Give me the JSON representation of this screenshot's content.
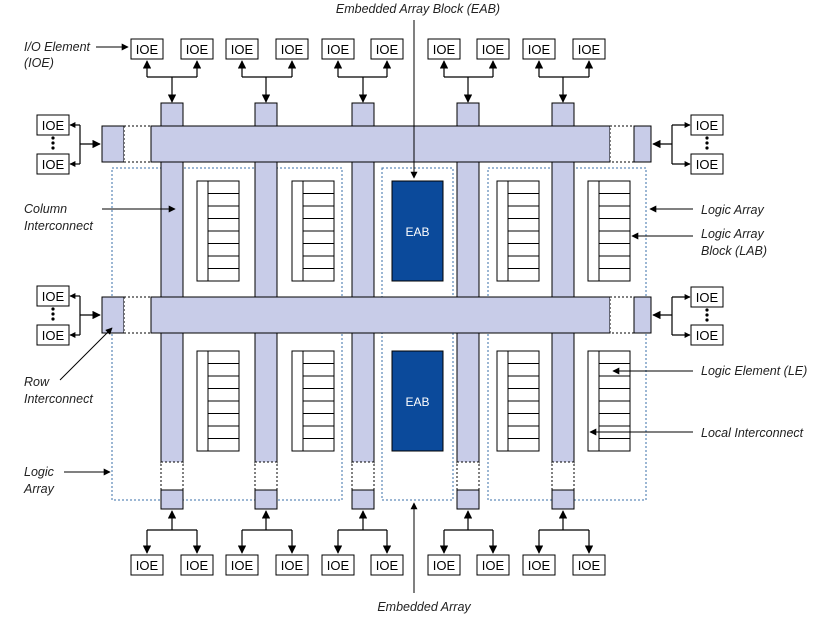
{
  "labels": {
    "eab_top": "Embedded Array Block (EAB)",
    "ioe_element_line1": "I/O Element",
    "ioe_element_line2": "(IOE)",
    "column_interconnect_line1": "Column",
    "column_interconnect_line2": "Interconnect",
    "row_interconnect_line1": "Row",
    "row_interconnect_line2": "Interconnect",
    "logic_array_left_line1": "Logic",
    "logic_array_left_line2": "Array",
    "logic_array_right": "Logic Array",
    "lab_line1": "Logic Array",
    "lab_line2": "Block (LAB)",
    "logic_element": "Logic Element (LE)",
    "local_interconnect": "Local Interconnect",
    "embedded_array": "Embedded Array"
  },
  "ioe_label": "IOE",
  "eab_label": "EAB",
  "colors": {
    "interconnect": "#c8cce8",
    "eab_fill": "#0b4a9b",
    "dotted_border": "#3a6fa8",
    "line": "#000000"
  }
}
